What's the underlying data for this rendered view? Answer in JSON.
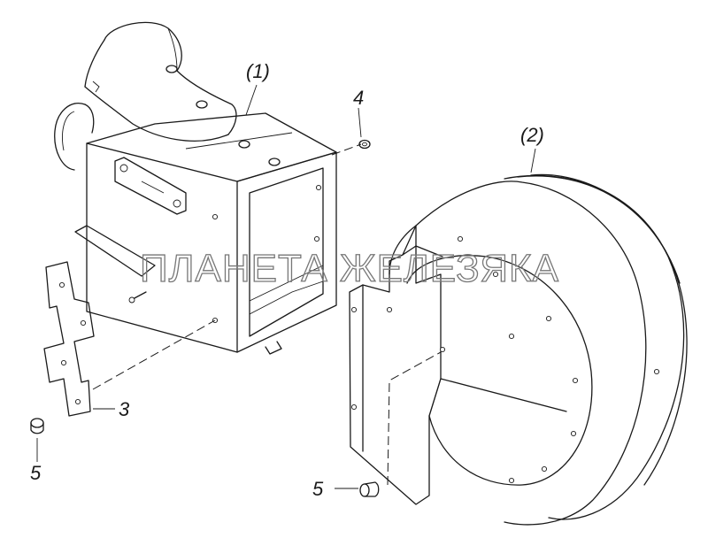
{
  "callouts": {
    "part_1": "(1)",
    "part_2": "(2)",
    "part_3": "3",
    "part_4": "4",
    "part_5a": "5",
    "part_5b": "5"
  },
  "watermark": "ПЛАНЕТА ЖЕЛЕЗЯКА"
}
